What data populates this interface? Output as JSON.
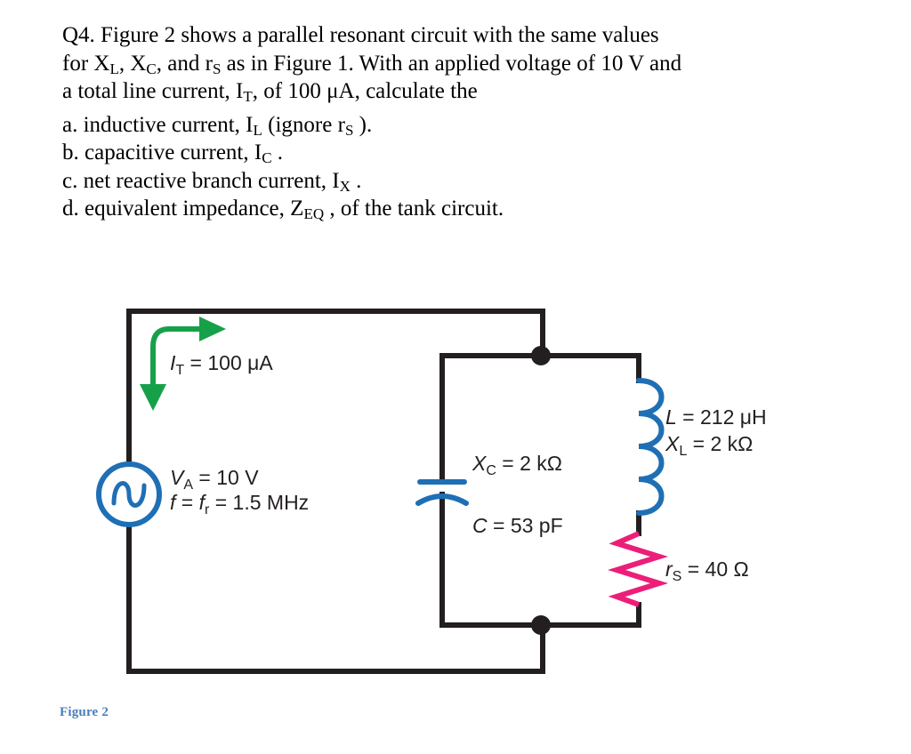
{
  "question": {
    "number": "Q4.",
    "lines": [
      "Q4.  Figure 2 shows a parallel resonant circuit with the",
      "same values for XL, XC, and rS as in Figure 1. With an",
      "applied voltage of 10 V and a total line current, IT, of",
      "100 μA, calculate the"
    ],
    "paragraph_parts": {
      "p1a": "Q4.  Figure 2 shows a parallel resonant circuit with the same values for X",
      "sub_L": "L",
      "p1b": ", X",
      "sub_C": "C",
      "p1c": ", and r",
      "sub_S": "S",
      "p1d": " as in Figure 1. With an applied voltage of 10 V and a total line current, I",
      "sub_T": "T",
      "p1e": ", of 100 μA, calculate the"
    },
    "items": [
      {
        "marker": "a.",
        "text_before": "inductive current, I",
        "sub": "L",
        "text_after": " (ignore r",
        "sub2": "S",
        "text_end": " )."
      },
      {
        "marker": "b.",
        "text_before": "capacitive current, I",
        "sub": "C",
        "text_after": "",
        "sub2": "",
        "text_end": " ."
      },
      {
        "marker": "c.",
        "text_before": "net reactive branch current, I",
        "sub": "X",
        "text_after": "",
        "sub2": "",
        "text_end": " ."
      },
      {
        "marker": "d.",
        "text_before": "equivalent impedance, Z",
        "sub": "EQ",
        "text_after": "",
        "sub2": "",
        "text_end": " , of the tank circuit."
      }
    ]
  },
  "figure": {
    "caption": "Figure 2",
    "caption_color": "#4a7ebb",
    "labels": {
      "total_current": {
        "symbol": "I",
        "sub": "T",
        "value": " = 100 μA"
      },
      "source_voltage": {
        "symbol": "V",
        "sub": "A",
        "value": " = 10 V"
      },
      "frequency_f": {
        "symbol": "f",
        "eq1": " = ",
        "symbol2": "f",
        "sub2": "r",
        "value": " = 1.5 MHz"
      },
      "capacitive_reactance": {
        "symbol": "X",
        "sub": "C",
        "value": " = 2 kΩ"
      },
      "capacitance": {
        "symbol": "C",
        "value": " = 53 pF"
      },
      "inductance": {
        "symbol": "L",
        "value": " = 212 μH"
      },
      "inductive_reactance": {
        "symbol": "X",
        "sub": "L",
        "value": " = 2 kΩ"
      },
      "coil_resistance": {
        "symbol": "r",
        "sub": "S",
        "value": " = 40 Ω"
      }
    },
    "colors": {
      "wire": "#231f20",
      "inductor": "#1f6fb5",
      "capacitor": "#1f6fb5",
      "source": "#1f6fb5",
      "resistor": "#ec1e79",
      "current_arrow": "#17a04a"
    },
    "components": {
      "ac_source": "ac-voltage-source",
      "capacitor": "capacitor",
      "inductor": "inductor",
      "resistor": "resistor"
    }
  }
}
